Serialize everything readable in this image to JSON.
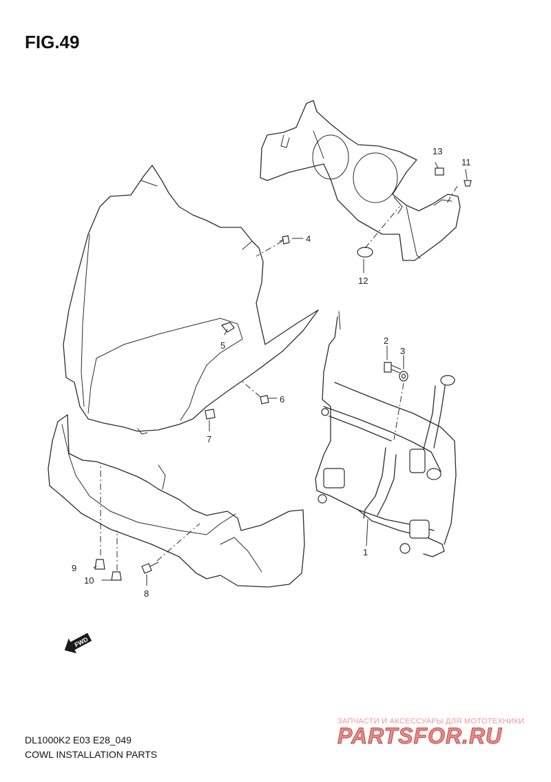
{
  "figure": {
    "title": "FIG.49",
    "model_code": "DL1000K2 E03 E28_049",
    "caption": "COWL INSTALLATION PARTS"
  },
  "callouts": [
    "1",
    "2",
    "3",
    "4",
    "5",
    "6",
    "7",
    "8",
    "9",
    "10",
    "11",
    "12",
    "13"
  ],
  "fwd_label": "FWD",
  "watermark": {
    "tagline": "ЗАПЧАСТИ И АКСЕССУАРЫ ДЛЯ МОТОТЕХНИКИ",
    "brand": "PARTSFOR.RU"
  }
}
